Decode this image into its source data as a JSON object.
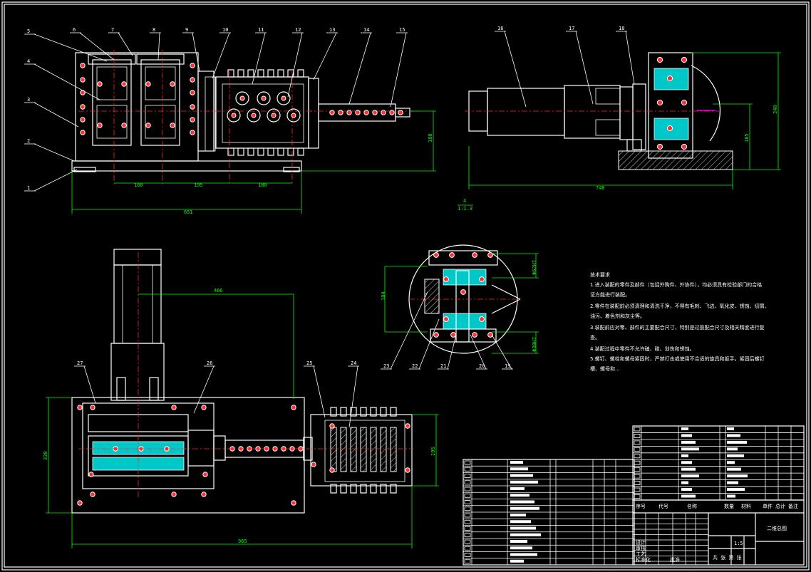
{
  "callouts_top_front": [
    "1",
    "2",
    "3",
    "4",
    "5",
    "6",
    "7",
    "8",
    "9",
    "10",
    "11",
    "12",
    "13",
    "14",
    "15"
  ],
  "callouts_side": [
    "16",
    "17",
    "18"
  ],
  "callouts_detail": [
    "19",
    "20",
    "21",
    "22",
    "23"
  ],
  "callouts_plan": [
    "24",
    "25",
    "26",
    "27"
  ],
  "dims_front": {
    "d160": "160",
    "d195": "195",
    "d180": "180",
    "d651": "651",
    "d188": "188"
  },
  "dims_side": {
    "d748": "748",
    "d185": "185",
    "d340": "340"
  },
  "dims_detail": {
    "label": "4",
    "scale": "1:1.3",
    "d104": "104",
    "phi_top": "Φ62H7",
    "phi_bot": "Φ30H7"
  },
  "dims_plan": {
    "d466": "466",
    "d965": "965",
    "d330": "330",
    "d195": "195"
  },
  "notes": {
    "heading": "技术要求",
    "items": [
      "1.进入装配的零件及部件（包括外购件、外协件），均必须具有检验部门的合格",
      "证方能进行装配。",
      "2.零件在装配前必须清理和清洗干净，不得有毛刺、飞边、氧化皮、锈蚀、切屑、",
      "油污、着色剂和灰尘等。",
      "3.装配前应对零、部件的主要配合尺寸，特别是过盈配合尺寸及相关精度进行复",
      "查。",
      "4.装配过程中零件不允许磕、碰、划伤和锈蚀。",
      "5.螺钉、螺栓和螺母紧固时，严禁打击或使用不合适的旋具和扳手。紧固后螺钉",
      "槽、螺母和..."
    ]
  },
  "title_block": {
    "title": "二维总图",
    "col_headers": [
      "序号",
      "代号",
      "名称",
      "数量",
      "材料",
      "单件",
      "总计",
      "备注"
    ],
    "sheet_label": "共 张 第 张",
    "scale_label": "1:5",
    "row_labels": [
      "设计",
      "审核",
      "工艺",
      "标准化",
      "批准"
    ]
  },
  "colors": {
    "bg": "#000000",
    "line": "#ffffff",
    "center": "#ff2a2a",
    "dim": "#00ff00",
    "accent": "#ff00ff"
  }
}
